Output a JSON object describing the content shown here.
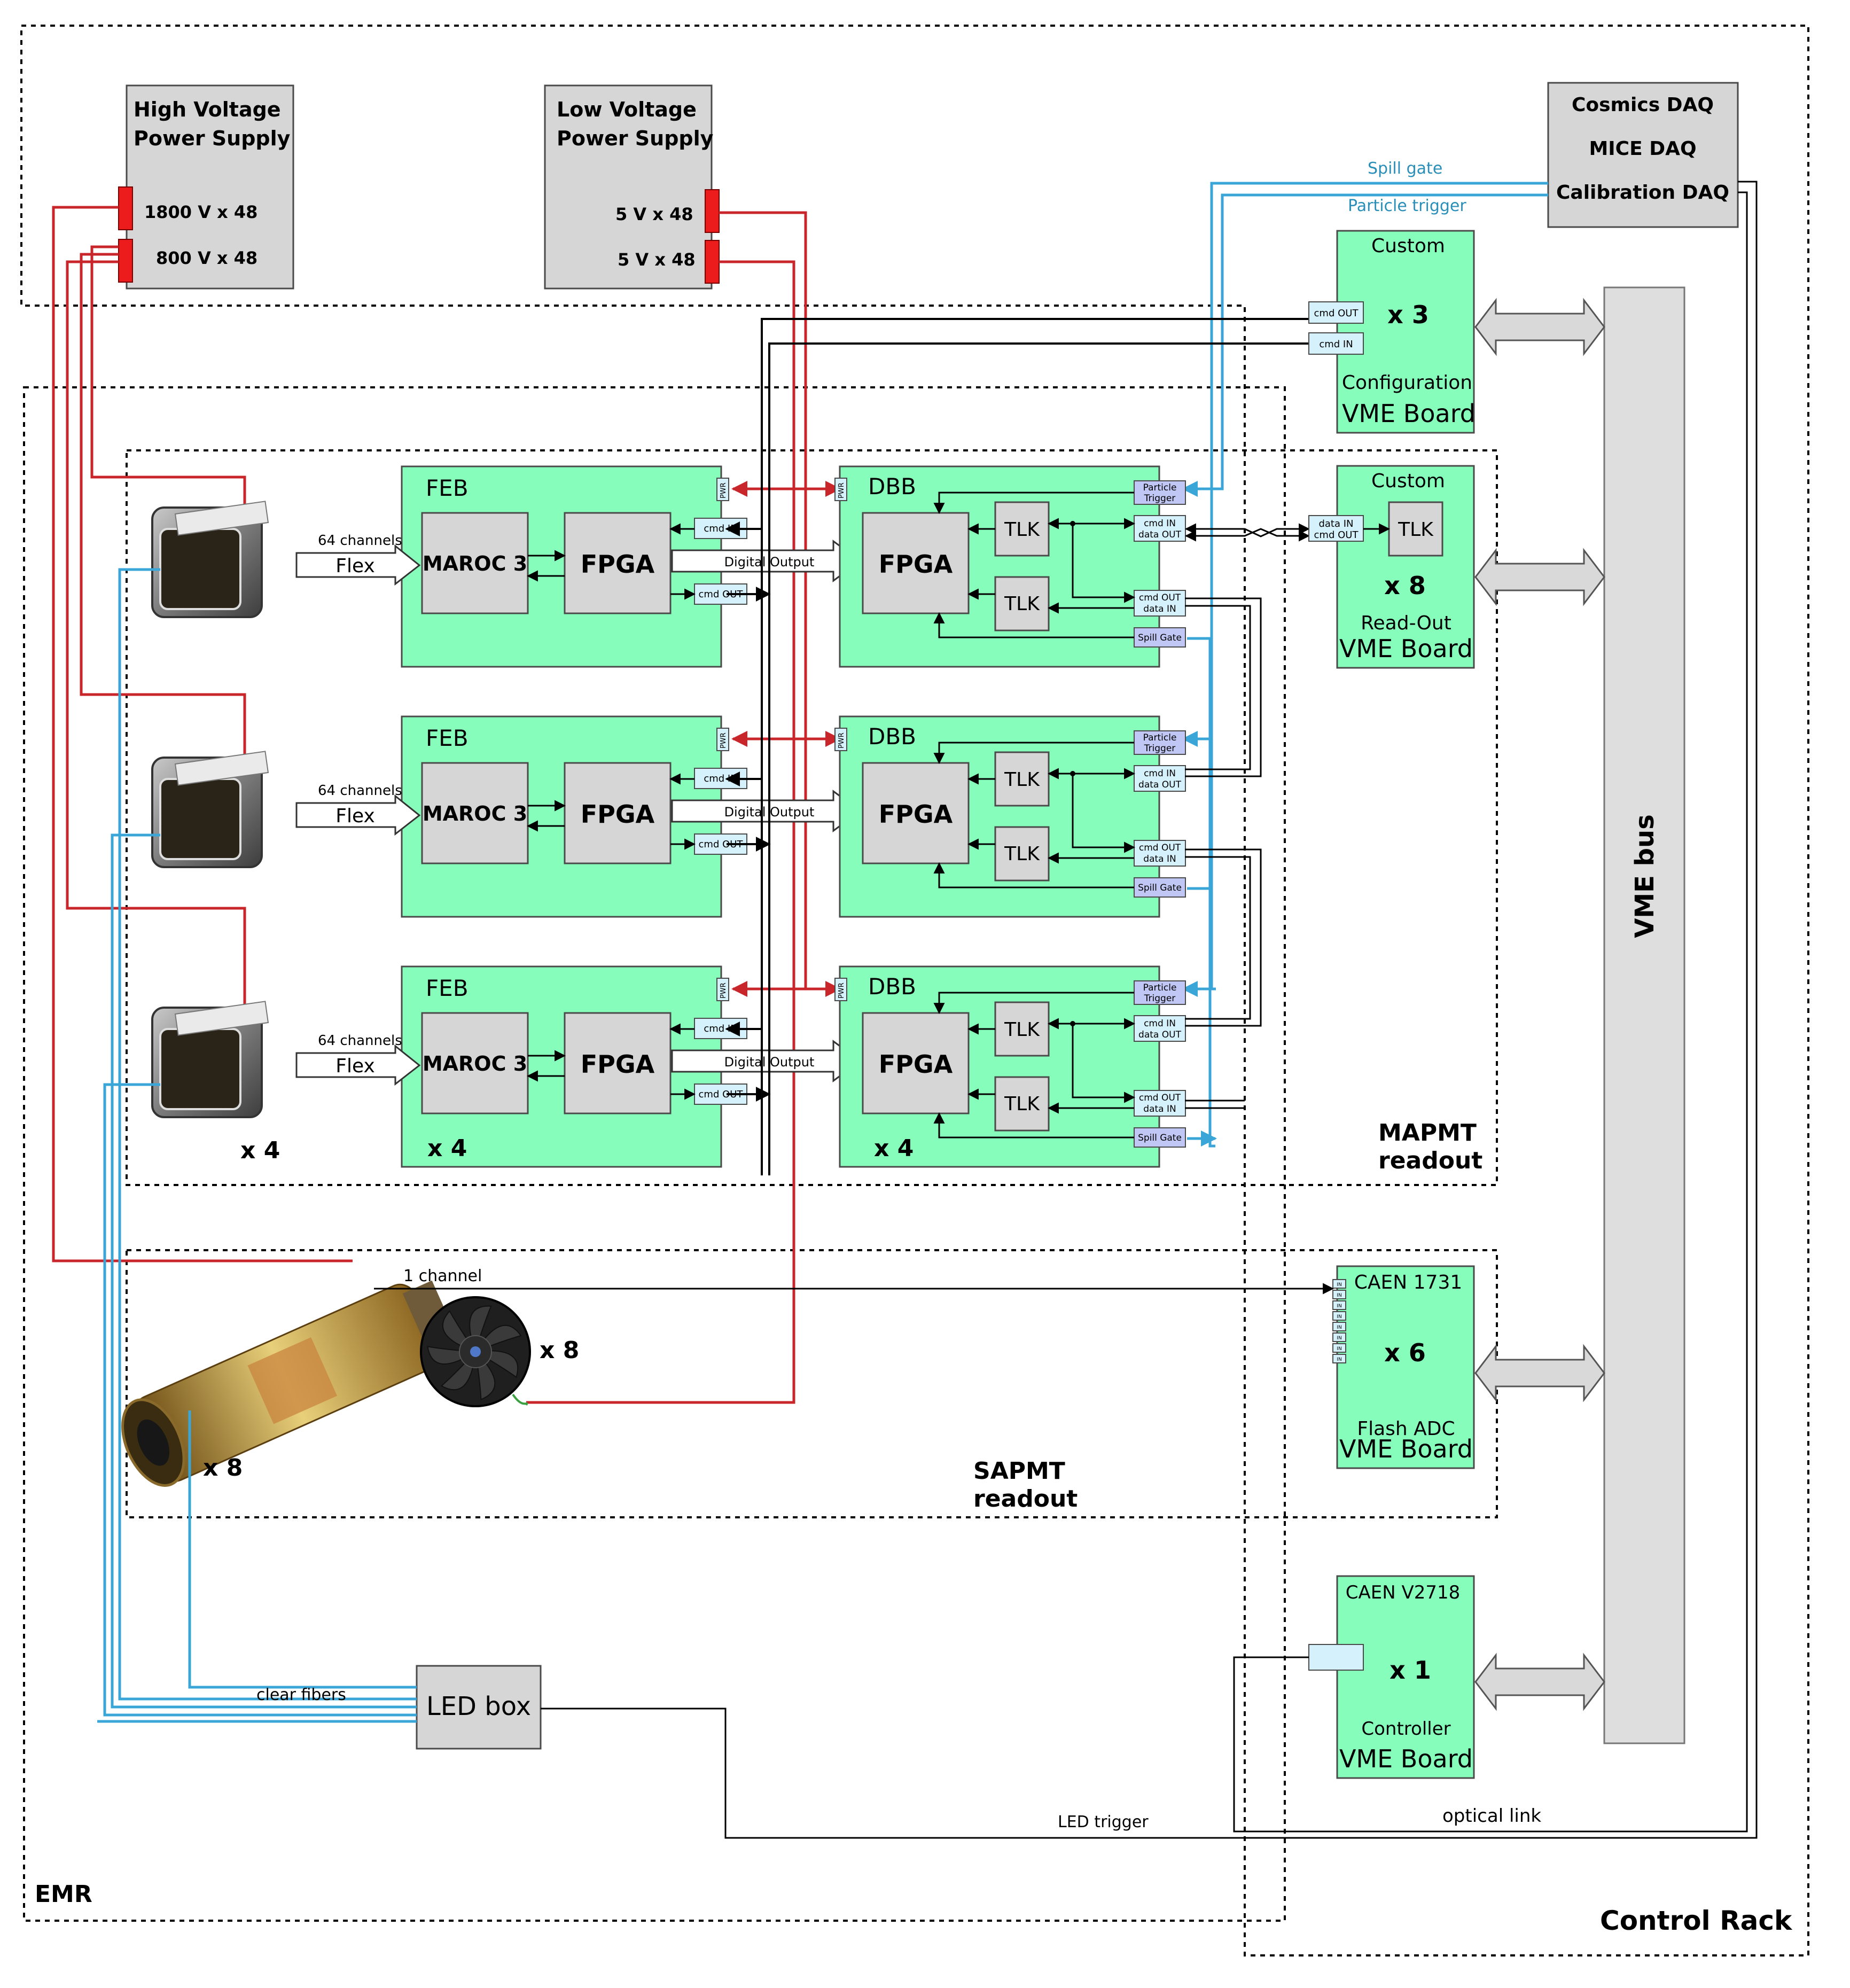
{
  "regions": {
    "emr": "EMR",
    "control_rack": "Control Rack",
    "mapmt_readout_1": "MAPMT",
    "mapmt_readout_2": "readout",
    "sapmt_readout_1": "SAPMT",
    "sapmt_readout_2": "readout"
  },
  "power": {
    "hv_title_1": "High Voltage",
    "hv_title_2": "Power Supply",
    "hv_out_1": "1800 V x 48",
    "hv_out_2": "800 V x 48",
    "lv_title_1": "Low Voltage",
    "lv_title_2": "Power Supply",
    "lv_out_1": "5 V x 48",
    "lv_out_2": "5 V x 48"
  },
  "daq": {
    "line_1": "Cosmics DAQ",
    "line_2": "MICE DAQ",
    "line_3": "Calibration DAQ",
    "spill_gate": "Spill gate",
    "particle_trigger": "Particle trigger"
  },
  "config_board": {
    "custom": "Custom",
    "mult": "x 3",
    "line_1": "Configuration",
    "line_2": "VME Board",
    "cmd_out": "cmd OUT",
    "cmd_in": "cmd IN"
  },
  "readout_board": {
    "custom": "Custom",
    "tlk": "TLK",
    "mult": "x 8",
    "line_1": "Read-Out",
    "line_2": "VME Board",
    "port_1": "data IN",
    "port_2": "cmd OUT"
  },
  "caen_adc": {
    "title": "CAEN 1731",
    "mult": "x 6",
    "line_1": "Flash ADC",
    "line_2": "VME Board",
    "in_label": "IN"
  },
  "caen_ctrl": {
    "title": "CAEN V2718",
    "mult": "x 1",
    "line_1": "Controller",
    "line_2": "VME Board"
  },
  "vme_bus": "VME bus",
  "feb": {
    "title": "FEB",
    "maroc": "MAROC 3",
    "fpga": "FPGA",
    "cmd_in": "cmd IN",
    "cmd_out": "cmd OUT",
    "pwr": "PWR",
    "digital_output": "Digital Output",
    "mult": "x 4"
  },
  "dbb": {
    "title": "DBB",
    "fpga": "FPGA",
    "tlk": "TLK",
    "pwr": "PWR",
    "pt_1": "Particle",
    "pt_2": "Trigger",
    "cmd_in": "cmd IN",
    "data_out": "data OUT",
    "cmd_out": "cmd OUT",
    "data_in": "data IN",
    "spill_gate": "Spill Gate",
    "mult": "x 4"
  },
  "mapmt": {
    "channels": "64 channels",
    "flex": "Flex",
    "mult": "x 4"
  },
  "sapmt": {
    "channel": "1 channel",
    "fan_mult": "x 8",
    "pmt_mult": "x 8"
  },
  "led": {
    "box": "LED box",
    "clear_fibers": "clear fibers",
    "led_trigger": "LED trigger",
    "optical_link": "optical link"
  },
  "colors": {
    "board_green": "#87fdbb",
    "chip_grey": "#d6d6d6",
    "power_red": "#c8262a",
    "signal_blue": "#3aa6d8"
  }
}
